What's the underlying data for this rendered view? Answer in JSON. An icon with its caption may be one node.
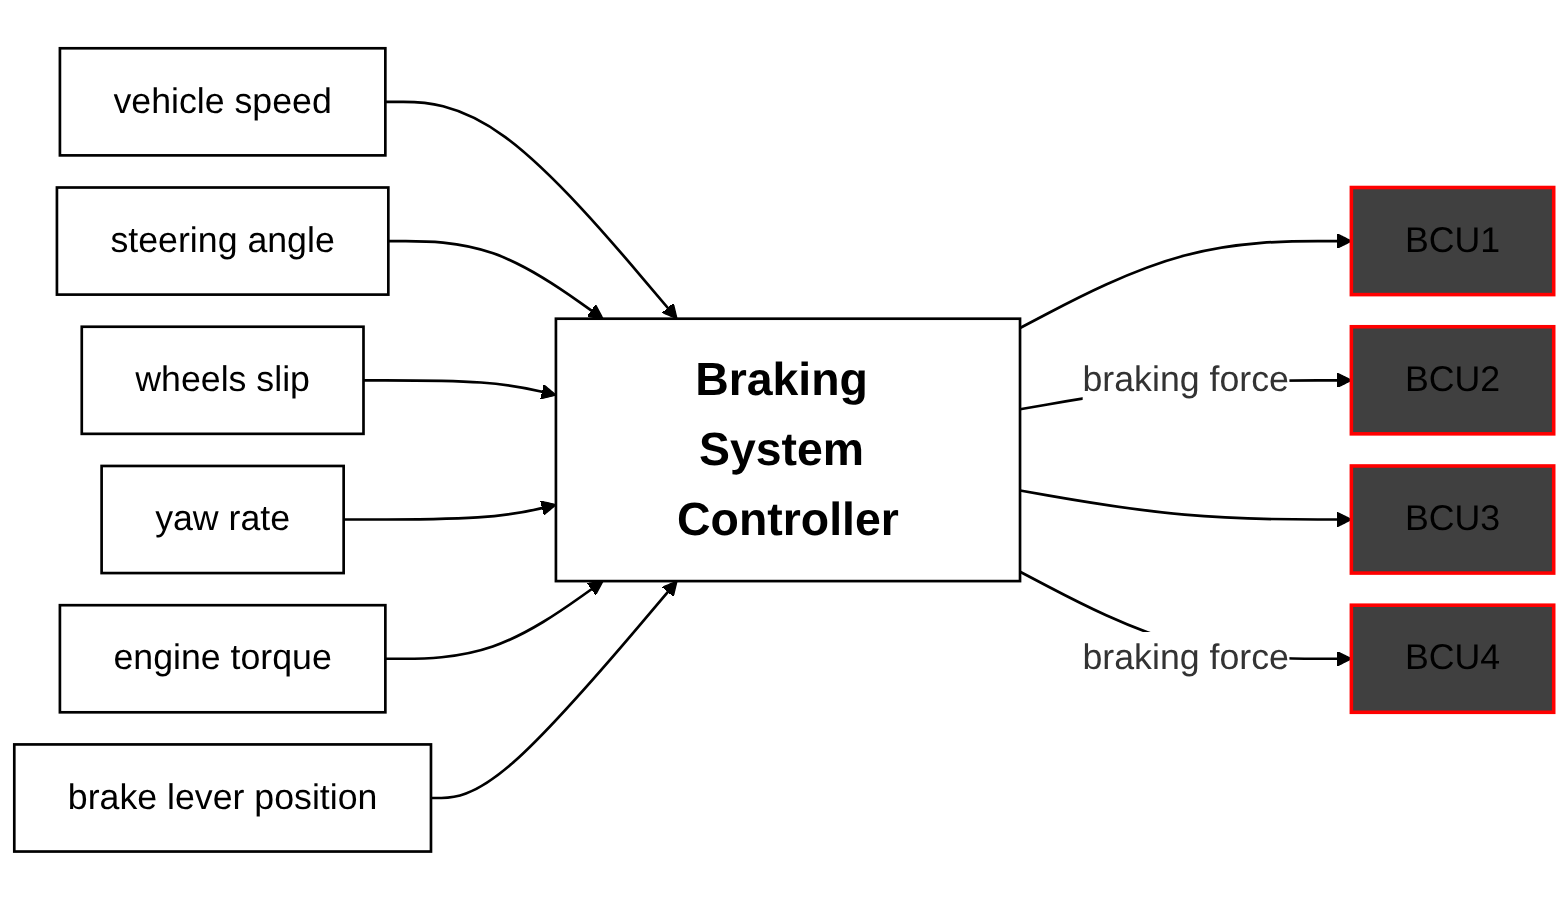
{
  "diagram": {
    "nodes": [
      {
        "text": [
          "vehicle speed"
        ]
      },
      {
        "text": [
          "steering angle"
        ]
      },
      {
        "text": [
          "wheels slip"
        ]
      },
      {
        "text": [
          "yaw rate"
        ]
      },
      {
        "text": [
          "engine torque"
        ]
      },
      {
        "text": [
          "brake lever position"
        ]
      },
      {
        "text": [
          "Braking System Controller"
        ]
      },
      {
        "text": [
          "BCU1"
        ]
      },
      {
        "text": [
          "BCU2"
        ]
      },
      {
        "text": [
          "BCU3"
        ]
      },
      {
        "text": [
          "BCU4"
        ]
      }
    ],
    "edges": [
      {
        "from": 0,
        "to": 6,
        "arrow": "to"
      },
      {
        "from": 1,
        "to": 6,
        "arrow": "to"
      },
      {
        "from": 2,
        "to": 6,
        "arrow": "to"
      },
      {
        "from": 3,
        "to": 6,
        "arrow": "to"
      },
      {
        "from": 4,
        "to": 6,
        "arrow": "to"
      },
      {
        "from": 5,
        "to": 6,
        "arrow": "to"
      },
      {
        "from": 6,
        "to": 7,
        "arrow": "to"
      },
      {
        "from": 6,
        "to": 8,
        "arrow": "to",
        "label": "braking force"
      },
      {
        "from": 6,
        "to": 9,
        "arrow": "to"
      },
      {
        "from": 6,
        "to": 10,
        "arrow": "to",
        "label": "braking force"
      }
    ]
  }
}
